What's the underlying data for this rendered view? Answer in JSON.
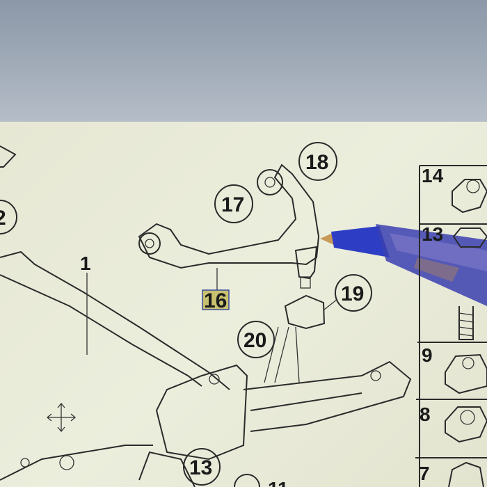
{
  "diagram": {
    "callouts": {
      "c1": "1",
      "c2": "2",
      "c13": "13",
      "c16": "16",
      "c17": "17",
      "c18": "18",
      "c19": "19",
      "c20": "20",
      "c11": "11"
    },
    "selected_part": "16",
    "highlight_color": "#c8c270"
  },
  "parts_panel": {
    "items": [
      {
        "number": "14"
      },
      {
        "number": "13"
      },
      {
        "number": "9"
      },
      {
        "number": "8"
      },
      {
        "number": "7"
      }
    ]
  }
}
